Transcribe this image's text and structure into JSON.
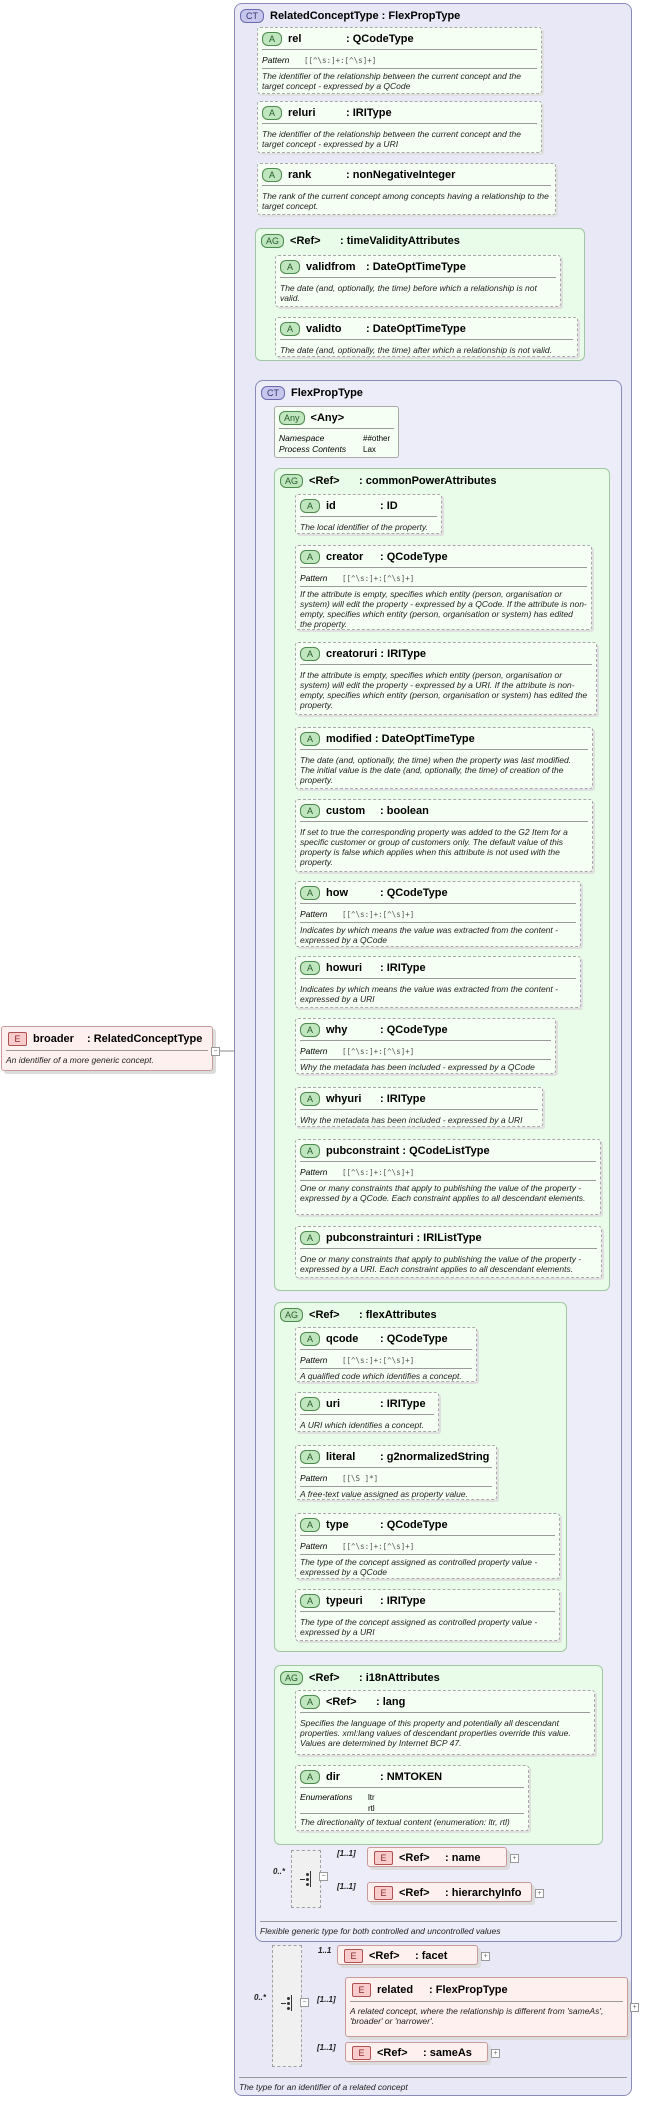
{
  "root": {
    "badge": "E",
    "name": "broader",
    "type": ": RelatedConceptType",
    "doc": "An identifier of a more generic concept."
  },
  "rct": {
    "badge": "CT",
    "name": "RelatedConceptType",
    "type": ": FlexPropType",
    "doc": "The type for an identifier of a related concept"
  },
  "labels": {
    "pattern": "Pattern",
    "ref": "<Ref>",
    "enumerations": "Enumerations"
  },
  "rct_attrs": {
    "rel": {
      "badge": "A",
      "name": "rel",
      "type": ": QCodeType",
      "pattern": "[[^\\s:]+:[^\\s]+]",
      "doc": "The identifier of the relationship between the current concept and the target concept - expressed by a QCode"
    },
    "reluri": {
      "badge": "A",
      "name": "reluri",
      "type": ": IRIType",
      "doc": "The identifier of the relationship between the current concept and the target concept - expressed by a URI"
    },
    "rank": {
      "badge": "A",
      "name": "rank",
      "type": ": nonNegativeInteger",
      "doc": "The rank of the current concept among concepts having a relationship to the target concept."
    }
  },
  "tva": {
    "badge": "AG",
    "name": "timeValidityAttributes",
    "validfrom": {
      "badge": "A",
      "name": "validfrom",
      "type": ": DateOptTimeType",
      "doc": "The date (and, optionally, the time) before which a relationship is not valid."
    },
    "validto": {
      "badge": "A",
      "name": "validto",
      "type": ": DateOptTimeType",
      "doc": "The date (and, optionally, the time) after which a relationship is not valid."
    }
  },
  "fpt": {
    "badge": "CT",
    "name": "FlexPropType",
    "doc": "Flexible generic type for both controlled and uncontrolled values",
    "any": {
      "badge": "Any",
      "name": "<Any>",
      "ns_label": "Namespace",
      "ns_value": "##other",
      "pc_label": "Process Contents",
      "pc_value": "Lax"
    }
  },
  "cpa": {
    "badge": "AG",
    "name": "commonPowerAttributes",
    "id": {
      "badge": "A",
      "name": "id",
      "type": ": ID",
      "doc": "The local identifier of the property."
    },
    "creator": {
      "badge": "A",
      "name": "creator",
      "type": ": QCodeType",
      "pattern": "[[^\\s:]+:[^\\s]+]",
      "doc": "If the attribute is empty, specifies which entity (person, organisation or system) will edit the property - expressed by a QCode. If the attribute is non-empty, specifies which entity (person, organisation or system) has edited the property."
    },
    "creatoruri": {
      "badge": "A",
      "name": "creatoruri",
      "type": ": IRIType",
      "doc": "If the attribute is empty, specifies which entity (person, organisation or system) will edit the property - expressed by a URI. If the attribute is non-empty, specifies which entity (person, organisation or system) has edited the property."
    },
    "modified": {
      "badge": "A",
      "name": "modified",
      "type": ": DateOptTimeType",
      "doc": "The date (and, optionally, the time) when the property was last modified. The initial value is the date (and, optionally, the time) of creation of the property."
    },
    "custom": {
      "badge": "A",
      "name": "custom",
      "type": ": boolean",
      "doc": "If set to true the corresponding property was added to the G2 Item for a specific customer or group of customers only. The default value of this property is false which applies when this attribute is not used with the property."
    },
    "how": {
      "badge": "A",
      "name": "how",
      "type": ": QCodeType",
      "pattern": "[[^\\s:]+:[^\\s]+]",
      "doc": "Indicates by which means the value was extracted from the content - expressed by a QCode"
    },
    "howuri": {
      "badge": "A",
      "name": "howuri",
      "type": ": IRIType",
      "doc": "Indicates by which means the value was extracted from the content - expressed by a URI"
    },
    "why": {
      "badge": "A",
      "name": "why",
      "type": ": QCodeType",
      "pattern": "[[^\\s:]+:[^\\s]+]",
      "doc": "Why the metadata has been included - expressed by a QCode"
    },
    "whyuri": {
      "badge": "A",
      "name": "whyuri",
      "type": ": IRIType",
      "doc": "Why the metadata has been included - expressed by a URI"
    },
    "pubconstraint": {
      "badge": "A",
      "name": "pubconstraint",
      "type": ": QCodeListType",
      "pattern": "[[^\\s:]+:[^\\s]+]",
      "doc": "One or many constraints that apply to publishing the value of the property - expressed by a QCode. Each constraint applies to all descendant elements."
    },
    "pubconstrainturi": {
      "badge": "A",
      "name": "pubconstrainturi",
      "type": ": IRIListType",
      "doc": "One or many constraints that apply to publishing the value of the property - expressed by a URI. Each constraint applies to all descendant elements."
    }
  },
  "fa": {
    "badge": "AG",
    "name": "flexAttributes",
    "qcode": {
      "badge": "A",
      "name": "qcode",
      "type": ": QCodeType",
      "pattern": "[[^\\s:]+:[^\\s]+]",
      "doc": "A qualified code which identifies a concept."
    },
    "uri": {
      "badge": "A",
      "name": "uri",
      "type": ": IRIType",
      "doc": "A URI which identifies a concept."
    },
    "literal": {
      "badge": "A",
      "name": "literal",
      "type": ": g2normalizedString",
      "pattern": "[[\\S ]*]",
      "doc": "A free-text value assigned as property value."
    },
    "type": {
      "badge": "A",
      "name": "type",
      "type": ": QCodeType",
      "pattern": "[[^\\s:]+:[^\\s]+]",
      "doc": "The type of the concept assigned as controlled property value - expressed by a QCode"
    },
    "typeuri": {
      "badge": "A",
      "name": "typeuri",
      "type": ": IRIType",
      "doc": "The type of the concept assigned as controlled property value - expressed by a URI"
    }
  },
  "i18n": {
    "badge": "AG",
    "name": "i18nAttributes",
    "lang": {
      "badge": "A",
      "name": "lang",
      "doc": "Specifies the language of this property and potentially all descendant properties. xml:lang values of descendant properties override this value. Values are determined by Internet BCP 47."
    },
    "dir": {
      "badge": "A",
      "name": "dir",
      "type": ": NMTOKEN",
      "enum1": "ltr",
      "enum2": "rtl",
      "doc": "The directionality of textual content (enumeration: ltr, rtl)"
    }
  },
  "fpt_seq": {
    "card": "0..*",
    "name": {
      "badge": "E",
      "name": "name",
      "card": "[1..1]"
    },
    "hierarchyInfo": {
      "badge": "E",
      "name": "hierarchyInfo",
      "card": "[1..1]"
    }
  },
  "rct_seq": {
    "card": "0..*",
    "facet": {
      "badge": "E",
      "name": "facet",
      "card": "1..1"
    },
    "related": {
      "badge": "E",
      "name": "related",
      "type": ": FlexPropType",
      "card": "[1..1]",
      "doc": "A related concept, where the relationship is different from 'sameAs', 'broader' or 'narrower'."
    },
    "sameAs": {
      "badge": "E",
      "name": "sameAs",
      "card": "[1..1]"
    }
  },
  "ui": {
    "plus": "+",
    "minus": "−"
  }
}
